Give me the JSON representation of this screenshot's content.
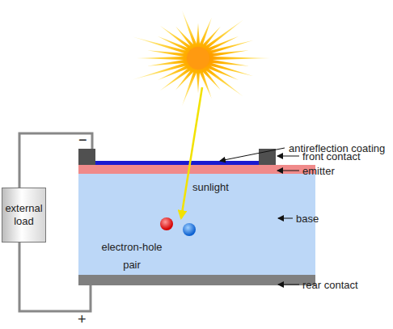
{
  "diagram": {
    "nodes": [
      {
        "text": [
          "external load"
        ]
      }
    ],
    "labels": [
      "antireflection coating",
      "front contact",
      "emitter",
      "sunlight",
      "base",
      "electron-hole pair",
      "rear contact",
      "−",
      "+"
    ]
  }
}
